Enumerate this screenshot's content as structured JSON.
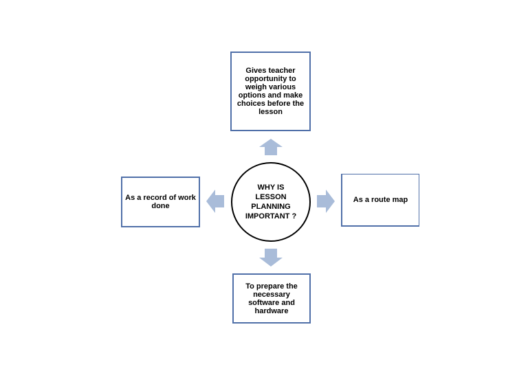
{
  "diagram": {
    "center": "WHY IS LESSON PLANNING IMPORTANT ?",
    "top": "Gives teacher opportunity to weigh various options and make choices before the lesson",
    "left": "As a record of work done",
    "right": "As a route map",
    "bottom": "To prepare the necessary software and hardware"
  },
  "colors": {
    "box_border": "#4f6fa8",
    "arrow_fill": "#a9bcd9",
    "circle_border": "#000000"
  }
}
